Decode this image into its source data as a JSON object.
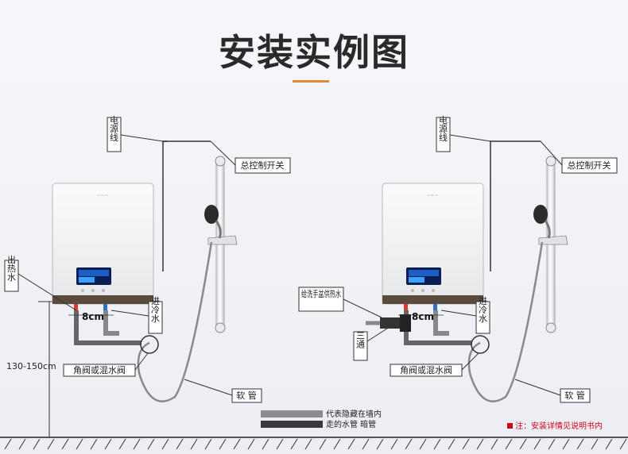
{
  "title": "安装实例图",
  "labels": {
    "power_line": "电源线",
    "main_switch": "总控制开关",
    "hot_out": "出热水",
    "cold_in": "进冷水",
    "distance": "8cm",
    "height": "130-150cm",
    "angle_valve": "角阀或混水阀",
    "hose": "软 管",
    "basin_supply": "给洗手盆供热水",
    "tee": "三通"
  },
  "legend": {
    "hidden": "代表隐藏在墙内",
    "exposed": "走的水管 暗管"
  },
  "note": "注：安装详情见说明书内",
  "colors": {
    "accent": "#e08a3c",
    "note_red": "#d0021b",
    "hot": "#d63a2a",
    "cold": "#2f6fc4"
  }
}
